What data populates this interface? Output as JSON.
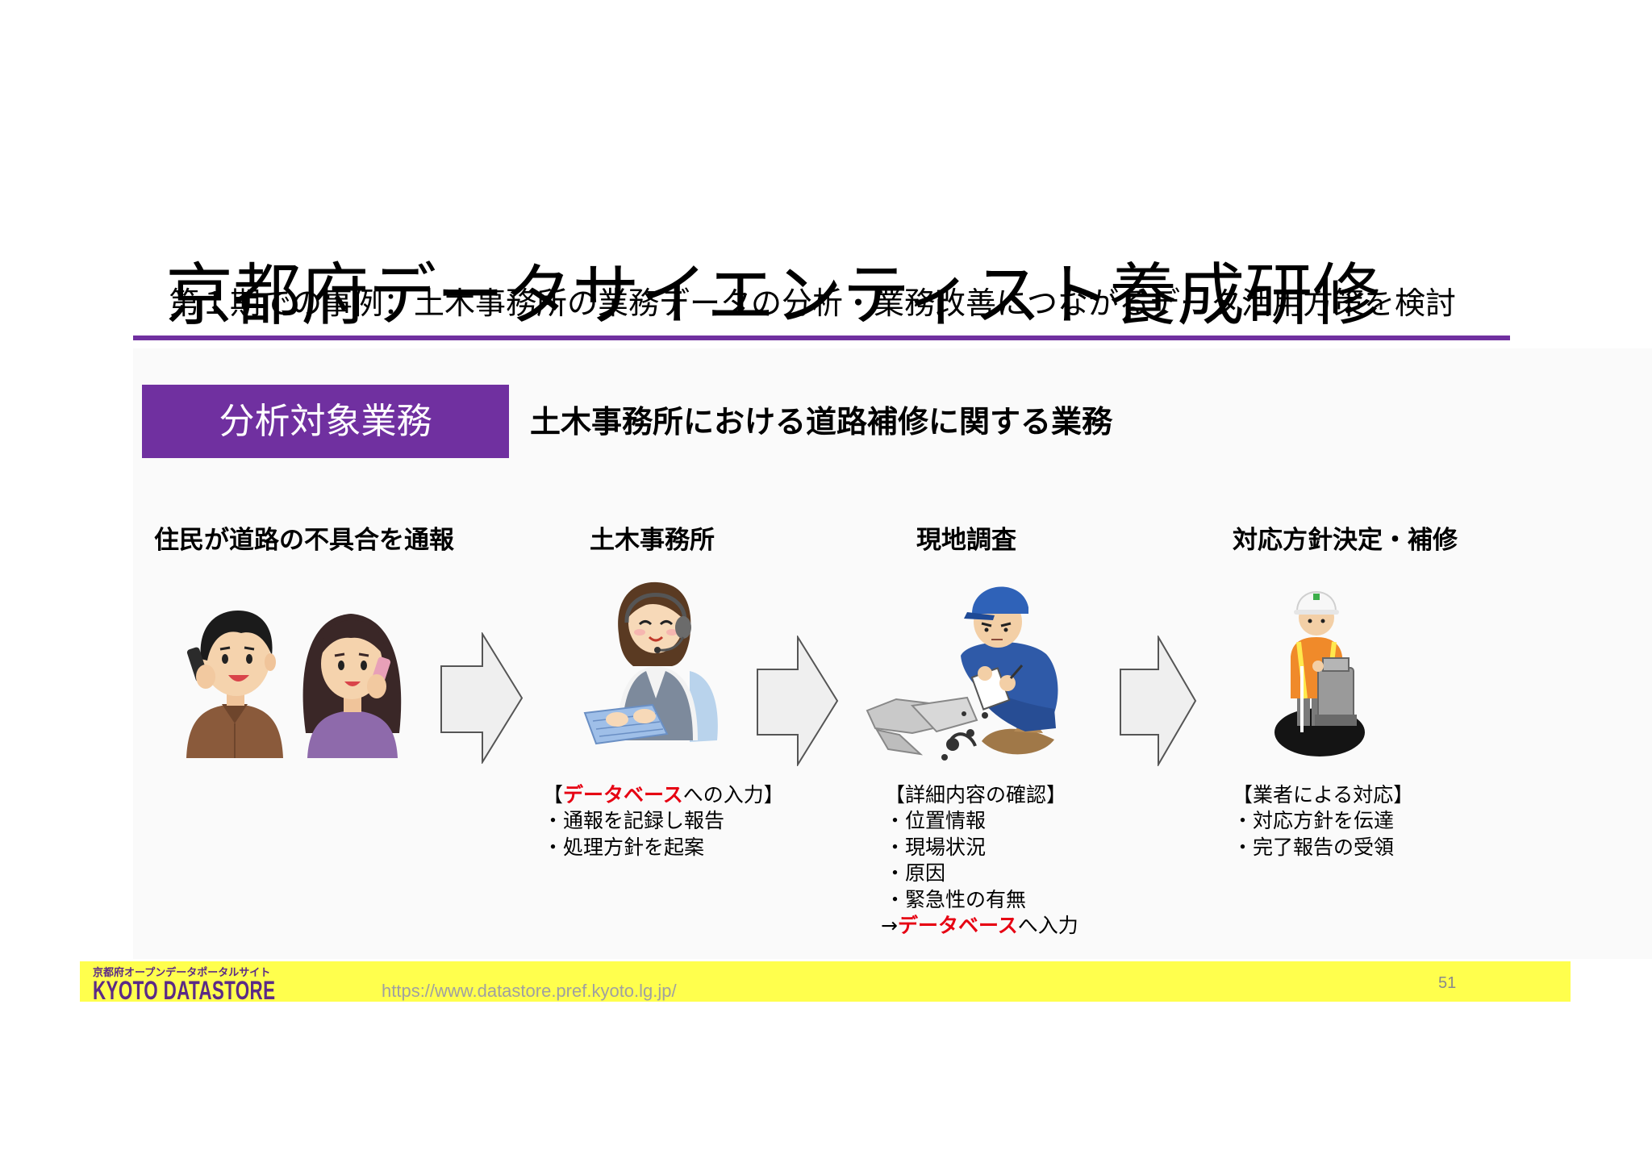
{
  "header": {
    "title": "京都府データサイエンティスト養成研修",
    "subtitle": "第１期での事例：土木事務所の業務データの分析・業務改善につながるデータ活用方策を検討"
  },
  "target": {
    "label": "分析対象業務",
    "description": "土木事務所における道路補修に関する業務"
  },
  "steps": [
    {
      "title": "住民が道路の不具合を通報"
    },
    {
      "title": "土木事務所",
      "heading": {
        "pre": "【",
        "highlight": "データベース",
        "post": "への入力】"
      },
      "items": [
        "・通報を記録し報告",
        "・処理方針を起案"
      ]
    },
    {
      "title": "現地調査",
      "heading": {
        "pre": "【詳細内容の確認】"
      },
      "items": [
        "・位置情報",
        "・現場状況",
        "・原因",
        "・緊急性の有無"
      ],
      "note": {
        "pre": "→",
        "highlight": "データベース",
        "post": "へ入力"
      }
    },
    {
      "title": "対応方針決定・補修",
      "heading": {
        "pre": "【業者による対応】"
      },
      "items": [
        "・対応方針を伝達",
        "・完了報告の受領"
      ]
    }
  ],
  "colors": {
    "accent": "#7030a0",
    "highlight": "#e60012",
    "footer_bar": "#ffff4d",
    "arrow_fill": "#efefef"
  },
  "footer": {
    "logo_caption": "京都府オープンデータポータルサイト",
    "logo_name": "KYOTO DATASTORE",
    "url": "https://www.datastore.pref.kyoto.lg.jp/",
    "page_number": "51"
  }
}
